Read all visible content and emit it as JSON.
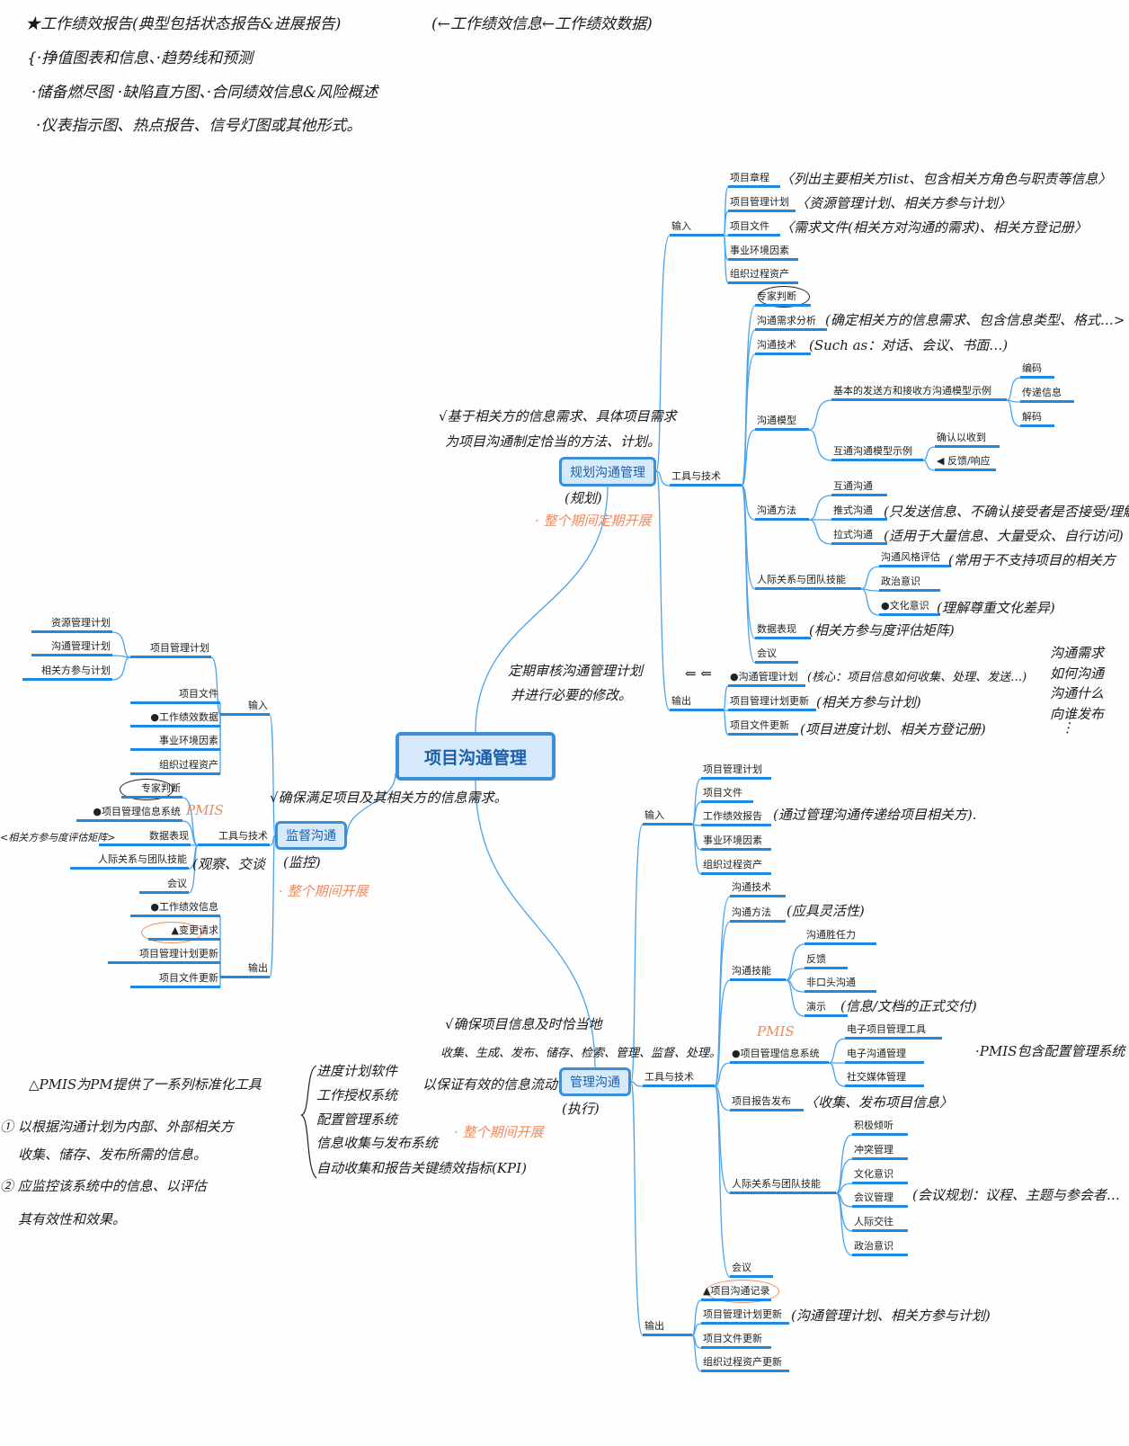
{
  "root": "项目沟通管理",
  "branches": {
    "plan": "规划沟通管理",
    "monitor": "监督沟通",
    "manage": "管理沟通"
  },
  "nodes": {
    "p_in": "输入",
    "p_in1": "项目章程",
    "p_in2": "项目管理计划",
    "p_in3": "项目文件",
    "p_in4": "事业环境因素",
    "p_in5": "组织过程资产",
    "p_tt": "工具与技术",
    "p_tt1": "专家判断",
    "p_tt2": "沟通需求分析",
    "p_tt3": "沟通技术",
    "p_tt4": "沟通模型",
    "p_tt4a": "基本的发送方和接收方沟通模型示例",
    "p_tt4a1": "编码",
    "p_tt4a2": "传递信息",
    "p_tt4a3": "解码",
    "p_tt4b": "互通沟通模型示例",
    "p_tt4b1": "确认以收到",
    "p_tt4b2": "◀ 反馈/响应",
    "p_tt5": "沟通方法",
    "p_tt5a": "互通沟通",
    "p_tt5b": "推式沟通",
    "p_tt5c": "拉式沟通",
    "p_tt6": "人际关系与团队技能",
    "p_tt6a": "沟通风格评估",
    "p_tt6b": "政治意识",
    "p_tt6c": "●文化意识",
    "p_tt7": "数据表现",
    "p_tt8": "会议",
    "p_out": "输出",
    "p_out1": "●沟通管理计划",
    "p_out2": "项目管理计划更新",
    "p_out3": "项目文件更新",
    "m_in": "输入",
    "m_in1": "项目管理计划",
    "m_in2": "项目文件",
    "m_in3": "工作绩效报告",
    "m_in4": "事业环境因素",
    "m_in5": "组织过程资产",
    "m_tt": "工具与技术",
    "m_tt1": "沟通技术",
    "m_tt2": "沟通方法",
    "m_tt3": "沟通技能",
    "m_tt3a": "沟通胜任力",
    "m_tt3b": "反馈",
    "m_tt3c": "非口头沟通",
    "m_tt3d": "演示",
    "m_tt4": "●项目管理信息系统",
    "m_tt4a": "电子项目管理工具",
    "m_tt4b": "电子沟通管理",
    "m_tt4c": "社交媒体管理",
    "m_tt5": "项目报告发布",
    "m_tt6": "人际关系与团队技能",
    "m_tt6a": "积极倾听",
    "m_tt6b": "冲突管理",
    "m_tt6c": "文化意识",
    "m_tt6d": "会议管理",
    "m_tt6e": "人际交往",
    "m_tt6f": "政治意识",
    "m_tt7": "会议",
    "m_out": "输出",
    "m_out1": "▲项目沟通记录",
    "m_out2": "项目管理计划更新",
    "m_out3": "项目文件更新",
    "m_out4": "组织过程资产更新",
    "c_in": "输入",
    "c_in1": "项目管理计划",
    "c_in1a": "资源管理计划",
    "c_in1b": "沟通管理计划",
    "c_in1c": "相关方参与计划",
    "c_in2": "项目文件",
    "c_in3": "●工作绩效数据",
    "c_in4": "事业环境因素",
    "c_in5": "组织过程资产",
    "c_tt": "工具与技术",
    "c_tt1": "专家判断",
    "c_tt2": "●项目管理信息系统",
    "c_tt3": "数据表现",
    "c_tt4": "人际关系与团队技能",
    "c_tt5": "会议",
    "c_out": "输出",
    "c_out1": "●工作绩效信息",
    "c_out2": "▲变更请求",
    "c_out3": "项目管理计划更新",
    "c_out4": "项目文件更新"
  },
  "notes": {
    "top1": "★工作绩效报告(典型包括状态报告&进展报告)",
    "top2": "(←工作绩效信息←工作绩效数据)",
    "top3": "{·挣值图表和信息、·趋势线和预测",
    "top4": "·储备燃尽图 ·缺陷直方图、·合同绩效信息&风险概述",
    "top5": "·仪表指示图、热点报告、信号灯图或其他形式。",
    "plan1": "√基于相关方的信息需求、具体项目需求",
    "plan2": "为项目沟通制定恰当的方法、计划。",
    "plan3": "(规划)",
    "plan4": "· 整个期间定期开展",
    "plan5": "定期审核沟通管理计划",
    "plan6": "并进行必要的修改。",
    "plan7": "⇐  ⇐",
    "mon1": "√确保满足项目及其相关方的信息需求。",
    "mon2": "(监控)",
    "mon3": "· 整个期间开展",
    "mon4": "PMIS",
    "mon5": "<相关方参与度评估矩阵>",
    "mon6": "(观察、交谈",
    "man1": "√确保项目信息及时恰当地",
    "man2": "收集、生成、发布、储存、检索、管理、监督、处理。",
    "man3": "以保证有效的信息流动",
    "man4": "(执行)",
    "man5": "· 整个期间开展",
    "man6": "PMIS",
    "man7": "·PMIS包含配置管理系统",
    "bl1": "△PMIS为PM提供了一系列标准化工具",
    "bl2": "① 以根据沟通计划为内部、外部相关方",
    "bl3": "收集、储存、发布所需的信息。",
    "bl4": "② 应监控该系统中的信息、以评估",
    "bl5": "其有效性和效果。",
    "bl6": "进度计划软件",
    "bl7": "工作授权系统",
    "bl8": "配置管理系统",
    "bl9": "信息收集与发布系统",
    "bl10": "自动收集和报告关键绩效指标(KPI)",
    "r1": "〈列出主要相关方list、包含相关方角色与职责等信息〉",
    "r2": "〈资源管理计划、相关方参与计划〉",
    "r3": "〈需求文件(相关方对沟通的需求)、相关方登记册〉",
    "r4": "(确定相关方的信息需求、包含信息类型、格式…>",
    "r5": "(Such as：对话、会议、书面…)",
    "r6": "(只发送信息、不确认接受者是否接受/理解",
    "r7": "(适用于大量信息、大量受众、自行访问)",
    "r8": "(常用于不支持项目的相关方",
    "r9": "(理解尊重文化差异)",
    "r10": "(相关方参与度评估矩阵)",
    "r11": "(核心：项目信息如何收集、处理、发送…)",
    "r12": "(相关方参与计划)",
    "r13": "(项目进度计划、相关方登记册)",
    "r14": "沟通需求",
    "r15": "如何沟通",
    "r16": "沟通什么",
    "r17": "向谁发布",
    "r18": "⋮",
    "r19": "(通过管理沟通传递给项目相关方).",
    "r20": "(应具灵活性)",
    "r21": "(信息/文档的正式交付)",
    "r22": "〈收集、发布项目信息〉",
    "r23": "(会议规划：议程、主题与参会者…",
    "r24": "(沟通管理计划、相关方参与计划)"
  },
  "colors": {
    "line": "#1e88e5",
    "box": "#d6eafb",
    "box_border": "#3a8fd8",
    "annotation": "#f08a5d"
  }
}
